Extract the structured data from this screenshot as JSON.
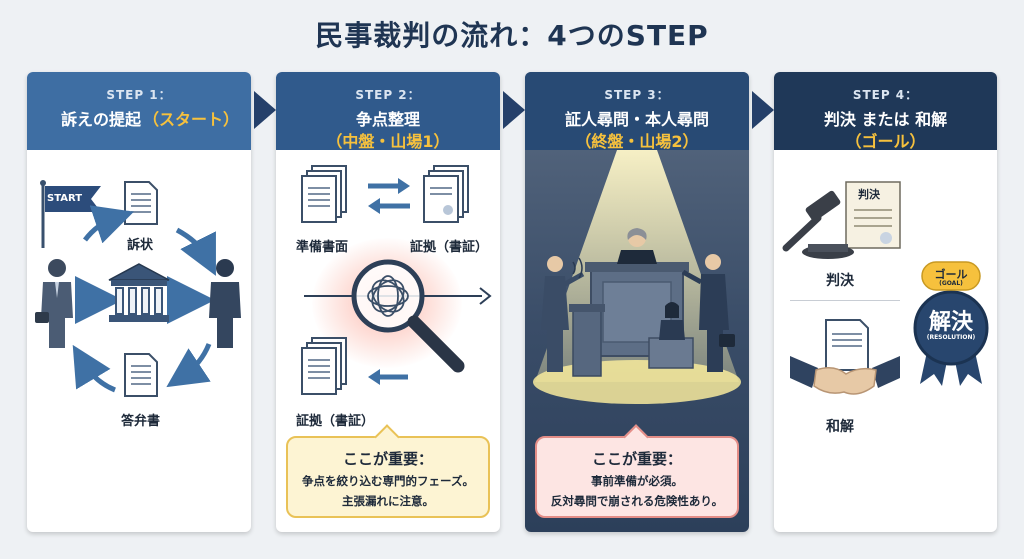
{
  "title": "民事裁判の流れ：4つのSTEP",
  "steps": [
    {
      "label": "STEP 1：",
      "title": "訴えの提起",
      "sub": "（スタート）"
    },
    {
      "label": "STEP 2：",
      "title": "争点整理",
      "sub": "（中盤・山場1）"
    },
    {
      "label": "STEP 3：",
      "title": "証人尋問・本人尋問",
      "sub": "（終盤・山場2）"
    },
    {
      "label": "STEP 4：",
      "title": "判決 または 和解",
      "sub": "（ゴール）"
    }
  ],
  "step1": {
    "flag": "START",
    "complaint": "訴状",
    "answer": "答弁書"
  },
  "step2": {
    "brief": "準備書面",
    "evidence_top": "証拠（書証）",
    "evidence_bottom": "証拠（書証）",
    "note_title": "ここが重要：",
    "note_lines": [
      "争点を絞り込む専門的フェーズ。",
      "主張漏れに注意。"
    ]
  },
  "step3": {
    "note_title": "ここが重要：",
    "note_lines": [
      "事前準備が必須。",
      "反対尋問で崩される危険性あり。"
    ]
  },
  "step4": {
    "judgment": "判決",
    "judgment_doc": "判決",
    "settlement": "和解",
    "badge_top": "ゴール",
    "badge_top_sub": "(GOAL)",
    "badge_main": "解決",
    "badge_sub": "(RESOLUTION)"
  },
  "colors": {
    "header_step1": "#3e6ea3",
    "header_step2": "#305a8c",
    "header_step3": "#284a74",
    "header_step4": "#1f3858",
    "accent_gold": "#f6c13d",
    "arrow": "#25406a",
    "note2_bg": "#fdf4d3",
    "note2_border": "#e9c257",
    "note3_bg": "#fde5e3",
    "note3_border": "#e38d87",
    "badge_blue": "#28466e"
  }
}
